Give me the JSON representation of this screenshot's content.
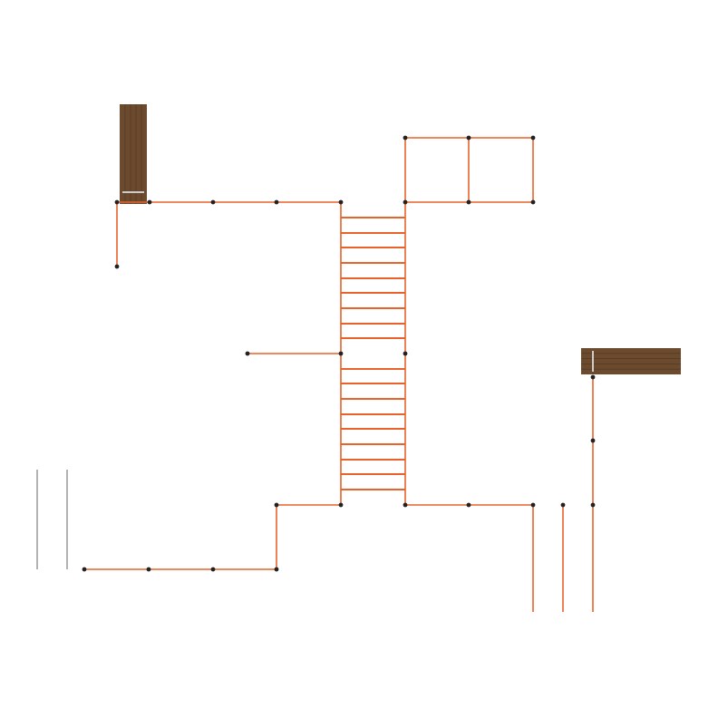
{
  "colors": {
    "background": "#ffffff",
    "rope": "#e8622a",
    "rope_light": "#f0a080",
    "node": "#222222",
    "plank": "#6b4a2e",
    "plank_line": "#4e3520",
    "plank_dots": "#c9a27a",
    "pole": "#999999"
  },
  "elements": {
    "planks": 2,
    "ladder_rungs": 18,
    "poles": 2
  }
}
